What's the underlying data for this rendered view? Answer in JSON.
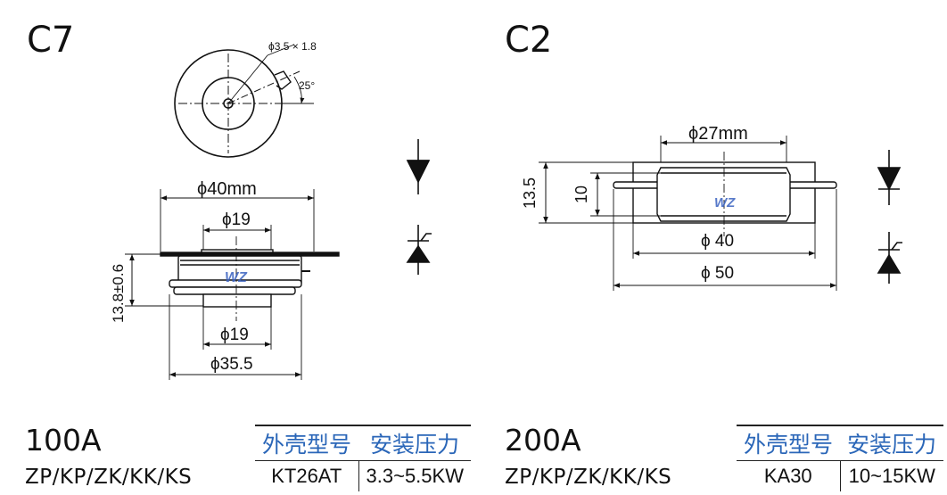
{
  "left": {
    "case_code": "C7",
    "top_view": {
      "hole_label": "ϕ3.5 × 1.8",
      "angle_label": "25°"
    },
    "side_view": {
      "outer_diameter": "ϕ40mm",
      "upper_pole": "ϕ19",
      "height": "13.8±0.6",
      "lower_pole": "ϕ19",
      "base_diameter": "ϕ35.5"
    },
    "rating": "100A",
    "series": "ZP/KP/ZK/KK/KS",
    "table": {
      "headers": [
        "外壳型号",
        "安装压力"
      ],
      "row": [
        "KT26AT",
        "3.3~5.5KW"
      ]
    }
  },
  "right": {
    "case_code": "C2",
    "side_view": {
      "pole_diameter": "ϕ27mm",
      "outer_height": "13.5",
      "inner_height": "10",
      "body_diameter": "ϕ 40",
      "flange_diameter": "ϕ 50"
    },
    "rating": "200A",
    "series": "ZP/KP/ZK/KK/KS",
    "table": {
      "headers": [
        "外壳型号",
        "安装压力"
      ],
      "row": [
        "KA30",
        "10~15KW"
      ]
    }
  },
  "watermark": "WZ",
  "colors": {
    "ink": "#111111",
    "header_blue": "#2a66b8",
    "watermark": "#3a62c0"
  }
}
